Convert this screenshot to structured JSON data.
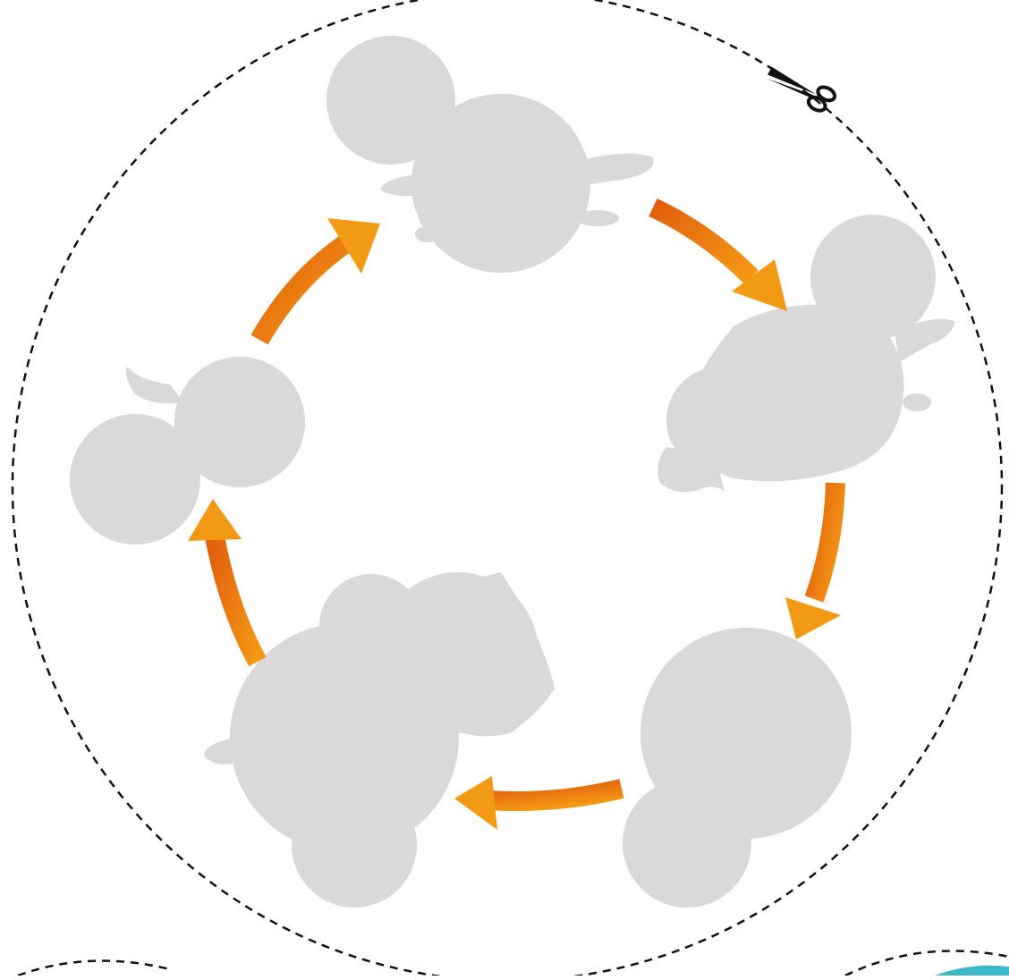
{
  "diagram": {
    "stages": [
      {
        "id": "stage-top",
        "icon": "frog-silhouette-icon"
      },
      {
        "id": "stage-right",
        "icon": "frog-silhouette-icon"
      },
      {
        "id": "stage-bottom-right",
        "icon": "egg-silhouette-icon"
      },
      {
        "id": "stage-bottom-left",
        "icon": "frog-silhouette-icon"
      },
      {
        "id": "stage-left",
        "icon": "tadpole-silhouette-icon"
      }
    ],
    "arrow_count": 5,
    "cut_marker_icon": "scissors-icon"
  },
  "colors": {
    "background": "#ffffff",
    "silhouette": "#d9d9d9",
    "arrow_dark": "#e2600e",
    "arrow_light": "#f39a14",
    "cut_line": "#111111",
    "teal_accent": "#3cb8c8"
  }
}
